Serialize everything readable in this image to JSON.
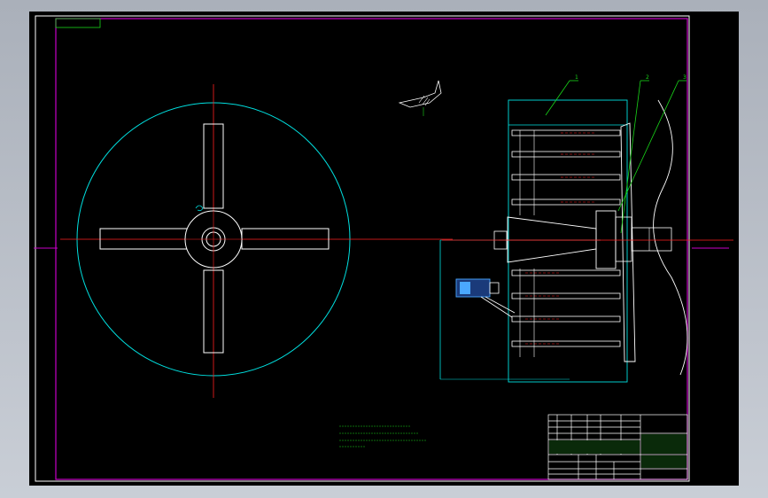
{
  "drawing": {
    "corner_label": "",
    "tech_notes_title": "",
    "tech_notes_lines": [],
    "title_block": {
      "drawing_name": "",
      "company": "",
      "drawing_number": ""
    },
    "leaders": [
      "1",
      "2",
      "3"
    ]
  },
  "colors": {
    "canvas": "#000000",
    "border": "#c800c8",
    "circle": "#00e0e0",
    "centerline": "#ff2020",
    "geometry": "#ffffff",
    "annotation": "#19d619",
    "dimension": "#00c8c8",
    "motor": "#4aa8ff"
  }
}
